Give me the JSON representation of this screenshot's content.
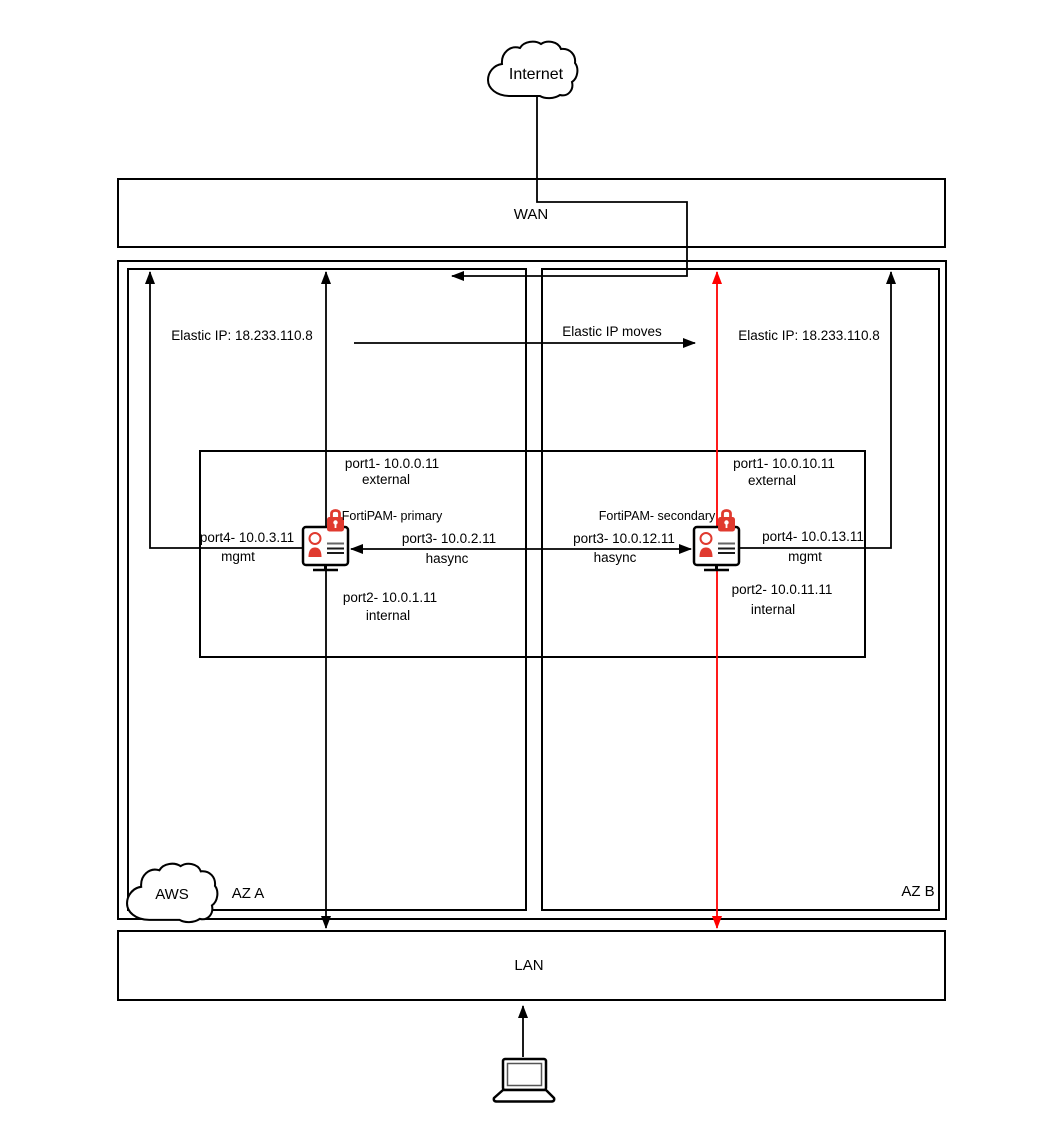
{
  "diagram": {
    "internet": "Internet",
    "wan": "WAN",
    "lan": "LAN",
    "aws": "AWS",
    "az_a": "AZ A",
    "az_b": "AZ B",
    "elastic_ip_a": "Elastic IP: 18.233.110.8",
    "elastic_ip_moves": "Elastic IP moves",
    "elastic_ip_b": "Elastic IP: 18.233.110.8",
    "primary": {
      "name": "FortiPAM- primary",
      "port1": "port1- 10.0.0.11",
      "port1_role": "external",
      "port2": "port2- 10.0.1.11",
      "port2_role": "internal",
      "port3": "port3- 10.0.2.11",
      "port3_role": "hasync",
      "port4": "port4- 10.0.3.11",
      "port4_role": "mgmt"
    },
    "secondary": {
      "name": "FortiPAM- secondary",
      "port1": "port1- 10.0.10.11",
      "port1_role": "external",
      "port2": "port2- 10.0.11.11",
      "port2_role": "internal",
      "port3": "port3- 10.0.12.11",
      "port3_role": "hasync",
      "port4": "port4- 10.0.13.11",
      "port4_role": "mgmt"
    },
    "icons": {
      "internet": "cloud-icon",
      "aws": "cloud-icon",
      "fortipam": "appliance-icon (monitor with user silhouette and padlock)",
      "endpoint": "laptop-icon"
    },
    "colors": {
      "line": "#000000",
      "failover_line": "#ff0000",
      "device_accent": "#e03a2f",
      "text": "#000000",
      "background": "#ffffff"
    }
  }
}
